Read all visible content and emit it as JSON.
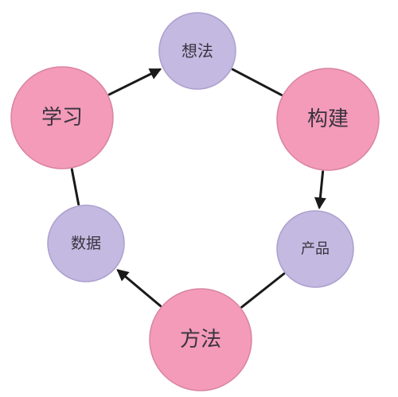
{
  "diagram": {
    "nodes": [
      {
        "id": "xiangfa",
        "label": "想法",
        "kind": "small"
      },
      {
        "id": "goujian",
        "label": "构建",
        "kind": "large"
      },
      {
        "id": "chanpin",
        "label": "产品",
        "kind": "small"
      },
      {
        "id": "fangfa",
        "label": "方法",
        "kind": "large"
      },
      {
        "id": "shuju",
        "label": "数据",
        "kind": "small"
      },
      {
        "id": "xuexi",
        "label": "学习",
        "kind": "large"
      }
    ],
    "edges": [
      {
        "from": "xuexi",
        "to": "xiangfa",
        "arrow": true
      },
      {
        "from": "xiangfa",
        "to": "goujian",
        "arrow": false
      },
      {
        "from": "goujian",
        "to": "chanpin",
        "arrow": true
      },
      {
        "from": "chanpin",
        "to": "fangfa",
        "arrow": false
      },
      {
        "from": "fangfa",
        "to": "shuju",
        "arrow": true
      },
      {
        "from": "shuju",
        "to": "xuexi",
        "arrow": false
      }
    ]
  },
  "colors": {
    "large_fill": "#f39bb8",
    "large_stroke": "#d9859f",
    "small_fill": "#c4b9e0",
    "small_stroke": "#ada0cf",
    "edge": "#1a1a1a"
  }
}
